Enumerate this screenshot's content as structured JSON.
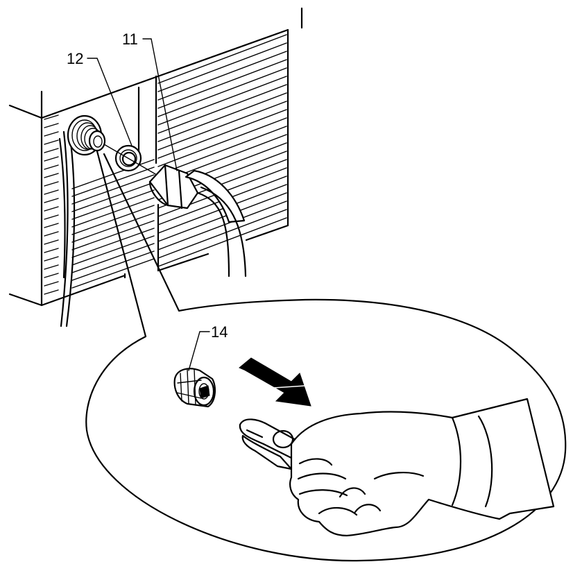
{
  "callouts": {
    "c11": "11",
    "c12": "12",
    "c14": "14"
  },
  "parts": {
    "connector_socket": "threaded-connector-icon",
    "seal_ring": "o-ring-icon",
    "hose_nut": "hose-nut-icon",
    "filter_insert": "filter-insert-icon",
    "pliers": "pliers-icon",
    "hand": "hand-icon",
    "direction": "arrow-icon"
  },
  "colors": {
    "ink": "#000000",
    "paper": "#ffffff"
  }
}
